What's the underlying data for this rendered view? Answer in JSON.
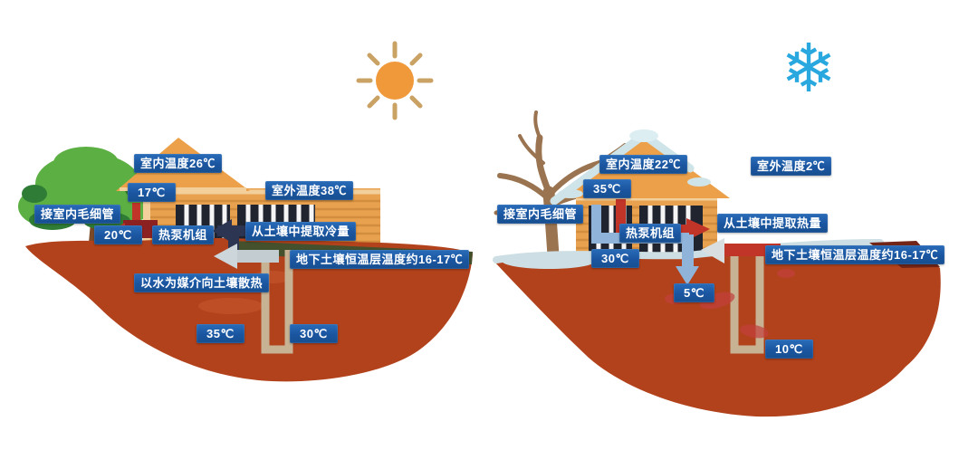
{
  "title": "地源热泵夏季制冷与冬季供热示意图",
  "colors": {
    "label_bg": "#1a55a0",
    "label_text": "#ffffff",
    "ground": "#b2421c",
    "ground_dark_strip": "#45502c",
    "house_wall": "#e8a14e",
    "house_roof": "#eca04a",
    "sun": "#f0993a",
    "sun_rays": "#c9a264",
    "snowflake": "#29a8e0",
    "snow": "#cfe4e8",
    "borehole_pipe": "#c7b294",
    "pipe_blue": "#8fb3d9",
    "pipe_red": "#c13428",
    "pipe_navy": "#2c3552",
    "tree_green": "#5cb043",
    "tree_trunk": "#7b4a29",
    "winter_tree": "#9a7450"
  },
  "icons": {
    "summer": "sun-icon",
    "winter": "snowflake-icon"
  },
  "scenes": [
    {
      "id": "summer-cooling",
      "labels": {
        "indoor": "室内温度26℃",
        "pipe_supply": "17℃",
        "capillary": "接室内毛细管",
        "pipe_return": "20℃",
        "heat_pump": "热泵机组",
        "outdoor": "室外温度38℃",
        "extract": "从土壤中提取冷量",
        "const_layer": "地下土壤恒温层温度约16-17℃",
        "medium": "以水为媒介向土壤散热",
        "loop_out": "35℃",
        "loop_in": "30℃"
      }
    },
    {
      "id": "winter-heating",
      "labels": {
        "indoor": "室内温度22℃",
        "pipe_supply": "35℃",
        "capillary": "接室内毛细管",
        "heat_pump": "热泵机组",
        "pipe_return": "30℃",
        "outdoor": "室外温度2℃",
        "extract": "从土壤中提取热量",
        "const_layer": "地下土壤恒温层温度约16-17℃",
        "loop_out": "5℃",
        "loop_in": "10℃"
      }
    }
  ]
}
